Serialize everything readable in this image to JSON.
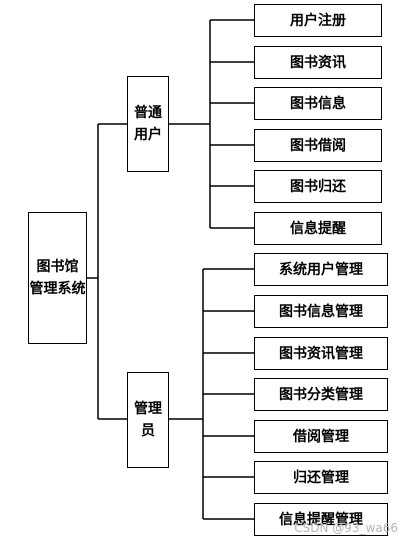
{
  "diagram": {
    "root": "图书馆\n管理系统",
    "branches": [
      {
        "label": "普通\n用户",
        "children": [
          "用户注册",
          "图书资讯",
          "图书信息",
          "图书借阅",
          "图书归还",
          "信息提醒"
        ]
      },
      {
        "label": "管理\n员",
        "children": [
          "系统用户管理",
          "图书信息管理",
          "图书资讯管理",
          "图书分类管理",
          "借阅管理",
          "归还管理",
          "信息提醒管理"
        ]
      }
    ]
  },
  "watermark": "CSDN @93_wa66"
}
